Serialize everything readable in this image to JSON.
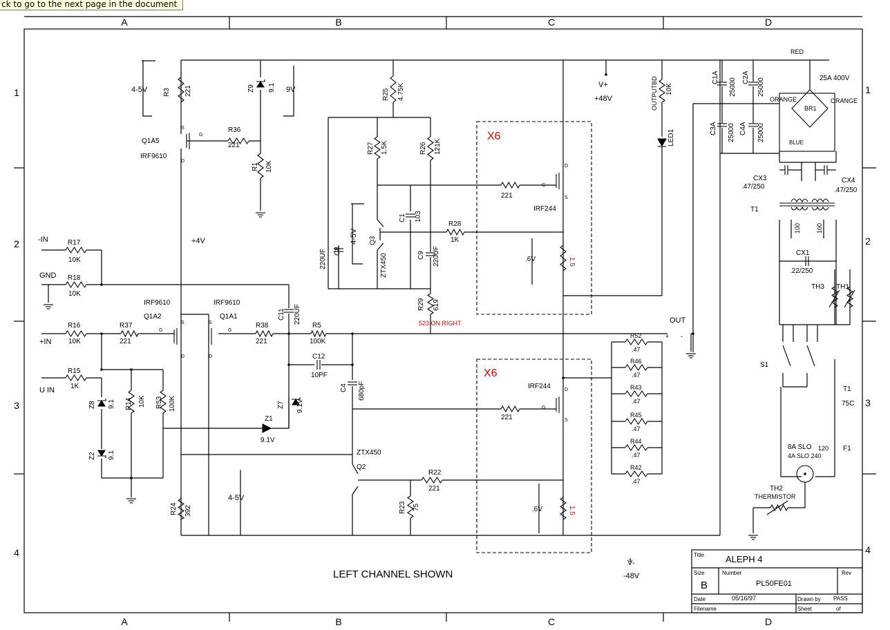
{
  "tooltip": "ck to go to the next page in the document",
  "border": {
    "columns": [
      "A",
      "B",
      "C",
      "D"
    ],
    "bottom_columns": [
      "A",
      "B",
      "C",
      "D"
    ],
    "rows": [
      "1",
      "2",
      "3",
      "4"
    ]
  },
  "labels": {
    "q1a5": "Q1A5",
    "q1a5_part": "IRF9610",
    "r3": "R3",
    "r3_val": "221",
    "z9": "Z9",
    "z9_val": "9.1",
    "r36": "R36",
    "r36_val": "221",
    "r1": "R1",
    "r1_val": "10K",
    "v45_a": "4-5V",
    "v9": "9V",
    "r25": "R25",
    "r25_val": "4.75K",
    "r27": "R27",
    "r27_val": "1.5K",
    "r26": "R26",
    "r26_val": "121K",
    "c1": "C1",
    "c1_val": "103",
    "c8": "C8",
    "c8_val": "220UF",
    "q3": "Q3",
    "q3_part": "ZTX450",
    "v45_b": "4-5V",
    "c9": "C9",
    "c9_val": "220UF",
    "r28": "R28",
    "r28_val": "1K",
    "r29": "R29",
    "r29_val": "619",
    "r29_note": "523 ON RIGHT",
    "x6_top": "X6",
    "x6_bot": "X6",
    "r221_top": "221",
    "irf244_top": "IRF244",
    "v06_top": ".6V",
    "r15_top": "1.5",
    "vplus": "V+",
    "vplus_val": "+48V",
    "outputbd": "OUTPUTBD",
    "r10k_led": "10K",
    "led1": "LED1",
    "red": "RED",
    "br_rating": "25A 400V",
    "c1a": "C1A",
    "c1a_val": "25000",
    "c2a": "C2A",
    "c2a_val": "25000",
    "orange_l": "ORANGE",
    "orange_r": "ORANGE",
    "br1": "BR1",
    "c3a": "C3A",
    "c3a_val": "25000",
    "c4a": "C4A",
    "c4a_val": "25000",
    "blue": "BLUE",
    "cx3": "CX3",
    "cx3_val": ".47/250",
    "cx4": "CX4",
    "cx4_val": ".47/250",
    "t1": "T1",
    "cx1": "CX1",
    "cx1_val": ".22/250",
    "th3": "TH3",
    "th1": "TH1",
    "s1": "S1",
    "t1b": "T1",
    "t1b_val": "75C",
    "f1_rating": "8A SLO",
    "f1_rating2": "4A SLO 240",
    "f1_120": "120",
    "f1": "F1",
    "th2": "TH2",
    "thermistor": "THERMISTOR",
    "minus_in": "-IN",
    "r17": "R17",
    "r17_val": "10K",
    "gnd": "GND",
    "r18": "R18",
    "r18_val": "10K",
    "plus_in": "+IN",
    "r16": "R16",
    "r16_val": "10K",
    "u_in": "U IN",
    "r15": "R15",
    "r15_val": "1K",
    "v4": "+4V",
    "irf9610_a": "IRF9610",
    "q1a2": "Q1A2",
    "irf9610_b": "IRF9610",
    "q1a1": "Q1A1",
    "r37": "R37",
    "r37_val": "221",
    "r38": "R38",
    "r38_val": "221",
    "c11": "C11",
    "c11_val": "220UF",
    "r5": "R5",
    "r5_val": "100K",
    "c12": "C12",
    "c12_val": "10PF",
    "c4": "C4",
    "c4_val": "680pF",
    "z8": "Z8",
    "z8_val": "9.1",
    "r14": "R14",
    "r14_val": "10K",
    "r53": "R53",
    "r53_val": "100K",
    "z7": "Z7",
    "z7_val": "9.1V",
    "z1": "Z1",
    "z1_val": "9.1V",
    "z2": "Z2",
    "z2_val": "9.1",
    "out": "OUT",
    "plus": "+",
    "minus": "-",
    "r221_bot": "221",
    "irf244_bot": "IRF244",
    "r52": "R52",
    "r46": "R46",
    "r43": "R43",
    "r45": "R45",
    "r44": "R44",
    "r42": "R42",
    "r47": ".47",
    "ztx450": "ZTX450",
    "q2": "Q2",
    "r22": "R22",
    "r22_val": "221",
    "r23": "R23",
    "r23_val": "75",
    "r24": "R24",
    "r24_val": "392",
    "v45_c": "4-5V",
    "v06_bot": ".6V",
    "r15_bot": "1.5",
    "vminus": "V-",
    "vminus_val": "-48V",
    "left_channel": "LEFT CHANNEL SHOWN"
  },
  "title_block": {
    "title_label": "Title",
    "title": "ALEPH 4",
    "size_label": "Size",
    "size": "B",
    "number_label": "Number",
    "number": "PL50FE01",
    "rev_label": "Rev",
    "date_label": "Date",
    "date": "05/16/97",
    "drawn_label": "Drawn by",
    "drawn": "PASS",
    "filename_label": "Filename",
    "sheet_label": "Sheet",
    "of_label": "of"
  },
  "colors": {
    "ink": "#000000",
    "highlight": "#d00000",
    "tooltip_bg": "#ffffe1"
  }
}
